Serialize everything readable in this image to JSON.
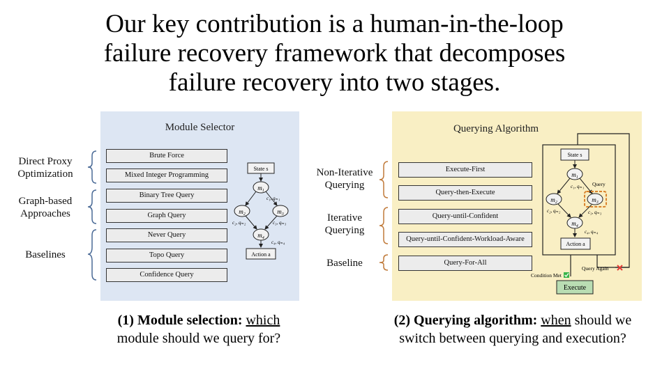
{
  "title": {
    "line1": "Our key contribution is a human-in-the-loop",
    "line2": "failure recovery framework that decomposes",
    "line3": "failure recovery into two stages."
  },
  "left": {
    "panel_title": "Module Selector",
    "categories": [
      {
        "line1": "Direct Proxy",
        "line2": "Optimization"
      },
      {
        "line1": "Graph-based",
        "line2": "Approaches"
      },
      {
        "line1": "Baselines",
        "line2": ""
      }
    ],
    "methods": [
      "Brute Force",
      "Mixed Integer Programming",
      "Binary Tree Query",
      "Graph Query",
      "Never Query",
      "Topo Query",
      "Confidence Query"
    ],
    "graph": {
      "state": "State s",
      "nodes": [
        "m",
        "m",
        "m",
        "m"
      ],
      "node_subs": [
        "1",
        "2",
        "3",
        "4"
      ],
      "edge_labels": [
        "c₁, qₘ₁",
        "c₂, qₘ₂",
        "c₃, qₘ₃",
        "c₄, qₘ₄"
      ],
      "action": "Action a"
    },
    "caption": {
      "bold": "(1) Module selection:",
      "underlined": "which",
      "rest_line1": "",
      "line2": "module should we query for?"
    }
  },
  "right": {
    "panel_title": "Querying Algorithm",
    "categories": [
      {
        "line1": "Non-Iterative",
        "line2": "Querying"
      },
      {
        "line1": "Iterative",
        "line2": "Querying"
      },
      {
        "line1": "Baseline",
        "line2": ""
      }
    ],
    "methods": [
      "Execute-First",
      "Query-then-Execute",
      "Query-until-Confident",
      "Query-until-Confident-Workload-Aware",
      "Query-For-All"
    ],
    "graph": {
      "state": "State s",
      "query_label": "Query",
      "edge_labels": [
        "c₁, qₘ₁",
        "c₂, qₘ₂",
        "c₃, qₘ₃",
        "c₄, qₘ₄"
      ],
      "action": "Action a",
      "condition": "Condition Met",
      "query_again": "Query Again",
      "execute": "Execute"
    },
    "caption": {
      "bold": "(2) Querying algorithm:",
      "underlined": "when",
      "rest_line1": " should we",
      "line2": "switch between querying and execution?"
    }
  },
  "colors": {
    "left_panel_bg": "#dde6f3",
    "right_panel_bg": "#f9efc4",
    "brace_left": "#4a6a96",
    "brace_right": "#c07a3a",
    "highlight_dashed": "#d9822b",
    "execute_bg": "#b9ddb3",
    "check_green": "#3bb54a",
    "cross_red": "#e53935"
  }
}
